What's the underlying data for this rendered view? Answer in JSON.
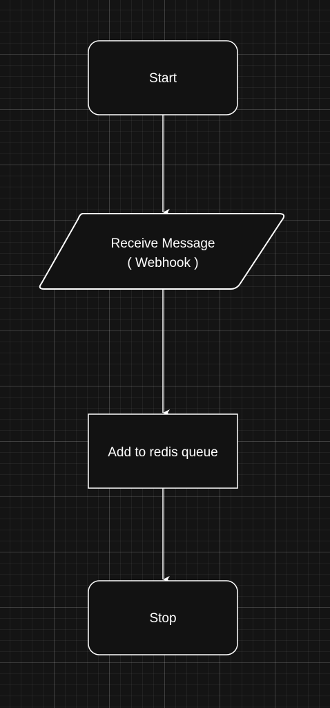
{
  "diagram": {
    "nodes": {
      "start": {
        "label": "Start"
      },
      "receive": {
        "line1": "Receive Message",
        "line2": "( Webhook )"
      },
      "redis": {
        "label": "Add to redis queue"
      },
      "stop": {
        "label": "Stop"
      }
    },
    "colors": {
      "background": "#141414",
      "node_fill": "#121212",
      "stroke": "#ffffff",
      "text": "#ffffff"
    }
  }
}
